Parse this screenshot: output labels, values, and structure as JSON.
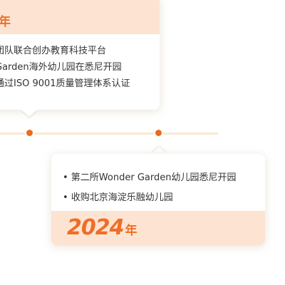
{
  "milestone_top": {
    "year_suffix": "年",
    "items": [
      "团队联合创办教育科技平台",
      "Garden海外幼儿园在悉尼开园",
      "通过ISO 9001质量管理体系认证"
    ]
  },
  "milestone_bottom": {
    "items": [
      "• 第二所Wonder Garden幼儿园悉尼开园",
      "• 收购北京海淀乐融幼儿园"
    ],
    "year": "2024",
    "year_suffix": "年"
  },
  "colors": {
    "accent": "#ef6e25",
    "card_header_bg": "#fde3d2",
    "timeline_line": "#fbe8d2",
    "dot": "#e96d1e"
  }
}
